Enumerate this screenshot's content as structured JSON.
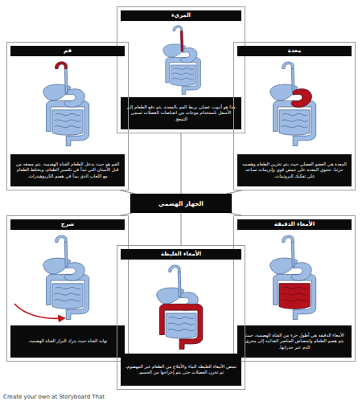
{
  "diagram": {
    "nodes": [
      {
        "text": [
          "المريء",
          "هذا هو أنبوب عضلي يربط الفم بالمعدة. يتم دفع الطعام إلى الأسفل باستخدام موجات من انقباضات العضلات تسمى التمعج."
        ]
      },
      {
        "text": [
          "فم",
          "الفم هو حيث يدخل الطعام القناة الهضمية. يتم مضغه من قبل الأسنان التي تبدأ في تكسير الطعام، ويختلط الطعام مع اللعاب الذي يبدأ في هضم الكربوهيدرات."
        ]
      },
      {
        "text": [
          "معدة",
          "المعدة هي العضو العضلي حيث يتم تخزين الطعام وهضمه جزئيا. تحتوي المعدة على حمض قوي وإنزيمات تساعد على تفكيك البروتينات."
        ]
      },
      {
        "text": [
          "الجهاز الهضمي"
        ]
      },
      {
        "text": [
          "شرج",
          "نهاية القناة حيث يترك البراز القناة الهضمية."
        ]
      },
      {
        "text": [
          "الأمعاء الدقيقة",
          "الأمعاء الدقيقة هي أطول جزء من القناة الهضمية، حيث يتم هضم الطعام وامتصاص العناصر الغذائية إلى مجرى الدم عبر جدرانها."
        ]
      },
      {
        "text": [
          "الأمعاء الغليظة",
          "تمتص الأمعاء الغليظة الماء والأملاح من الطعام غير المهضوم، ثم تخزن الفضلات حتى يتم إخراجها من الجسم."
        ]
      }
    ],
    "edges": [
      {
        "from": 3,
        "to": 0,
        "arrow": "none"
      },
      {
        "from": 3,
        "to": 1,
        "arrow": "none"
      },
      {
        "from": 3,
        "to": 2,
        "arrow": "none"
      },
      {
        "from": 3,
        "to": 4,
        "arrow": "none"
      },
      {
        "from": 3,
        "to": 5,
        "arrow": "none"
      },
      {
        "from": 3,
        "to": 6,
        "arrow": "none"
      }
    ],
    "labels": [
      "Create your own at Storyboard That"
    ]
  }
}
